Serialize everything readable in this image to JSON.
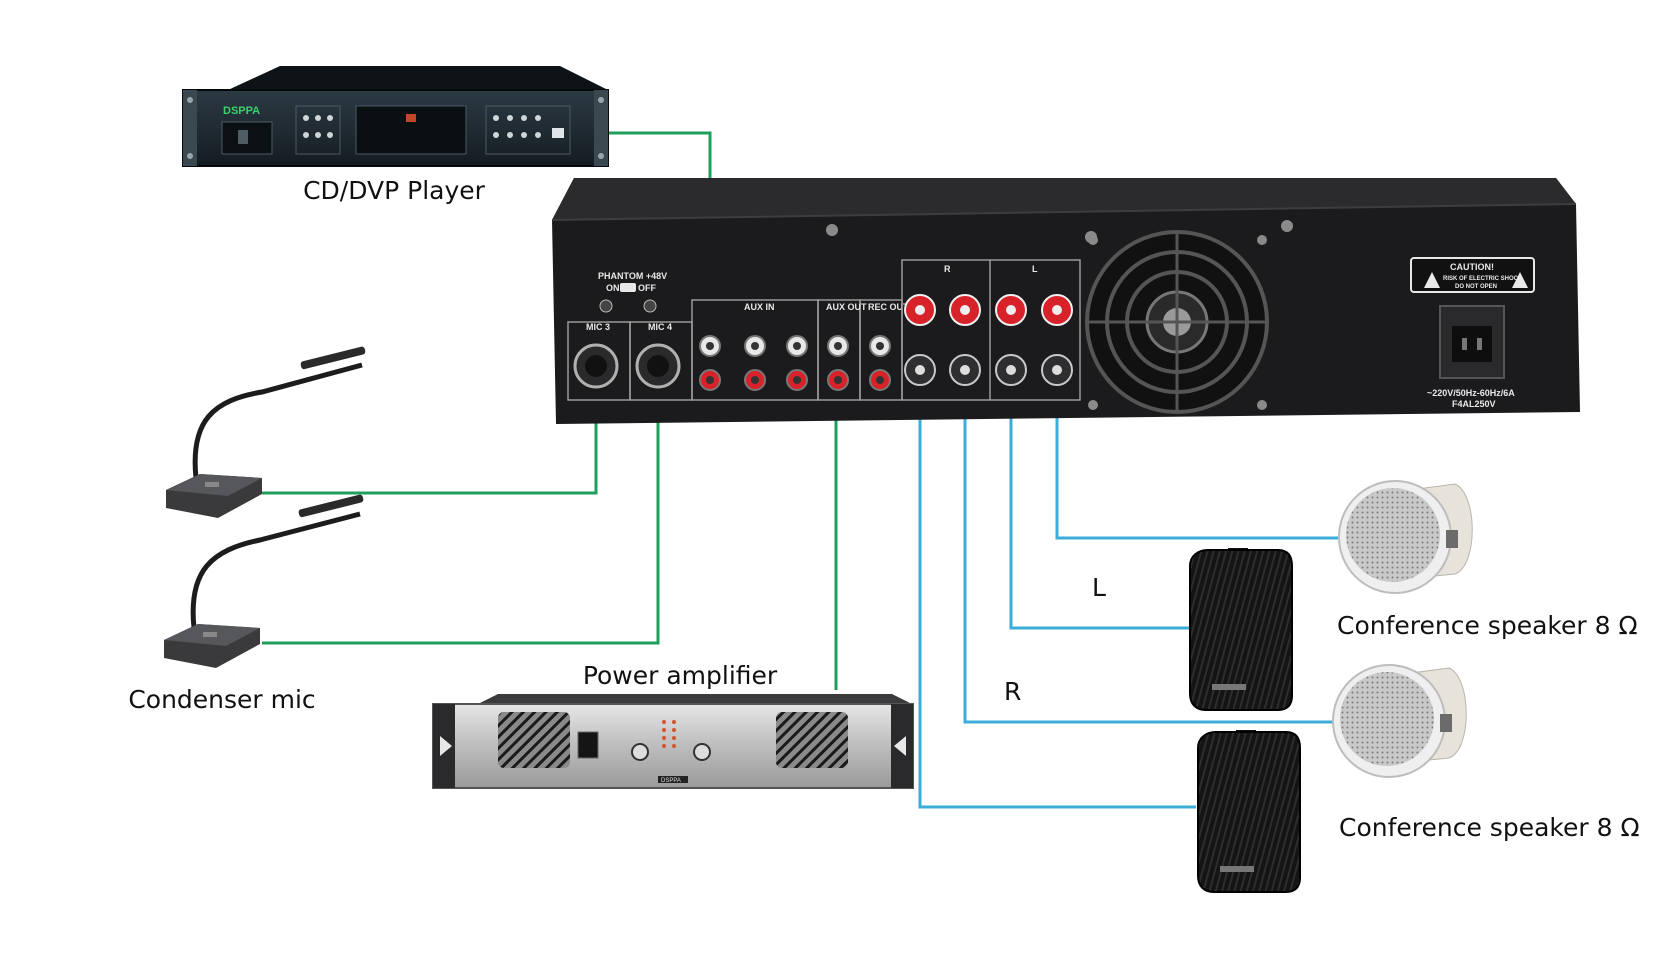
{
  "labels": {
    "cd_player": "CD/DVP Player",
    "condenser_mic": "Condenser mic",
    "power_amplifier": "Power amplifier",
    "speaker_top": "Conference speaker 8 Ω",
    "speaker_bottom": "Conference speaker 8 Ω",
    "channel_left": "L",
    "channel_right": "R"
  },
  "panel": {
    "phantom": "PHANTOM +48V",
    "phantom_switch_on": "ON",
    "phantom_switch_off": "OFF",
    "mic3": "MIC 3",
    "mic4": "MIC 4",
    "aux_in": "AUX IN",
    "aux_out": "AUX OUT",
    "rec_out": "REC OUT",
    "out_r": "R",
    "out_l": "L",
    "caution_title": "CAUTION!",
    "caution_line1": "RISK OF ELECTRIC SHOCK",
    "caution_line2": "DO NOT OPEN",
    "power_rating": "~220V/50Hz-60Hz/6A",
    "fuse_rating": "F4AL250V"
  },
  "devices": {
    "cd_brand": "DSPPA",
    "amp_brand": "DSPPA"
  },
  "colors": {
    "signal_cable": "#1fa05a",
    "speaker_cable": "#3aaed8",
    "panel_body": "#1b1b1d",
    "terminal_red": "#d8222a"
  }
}
